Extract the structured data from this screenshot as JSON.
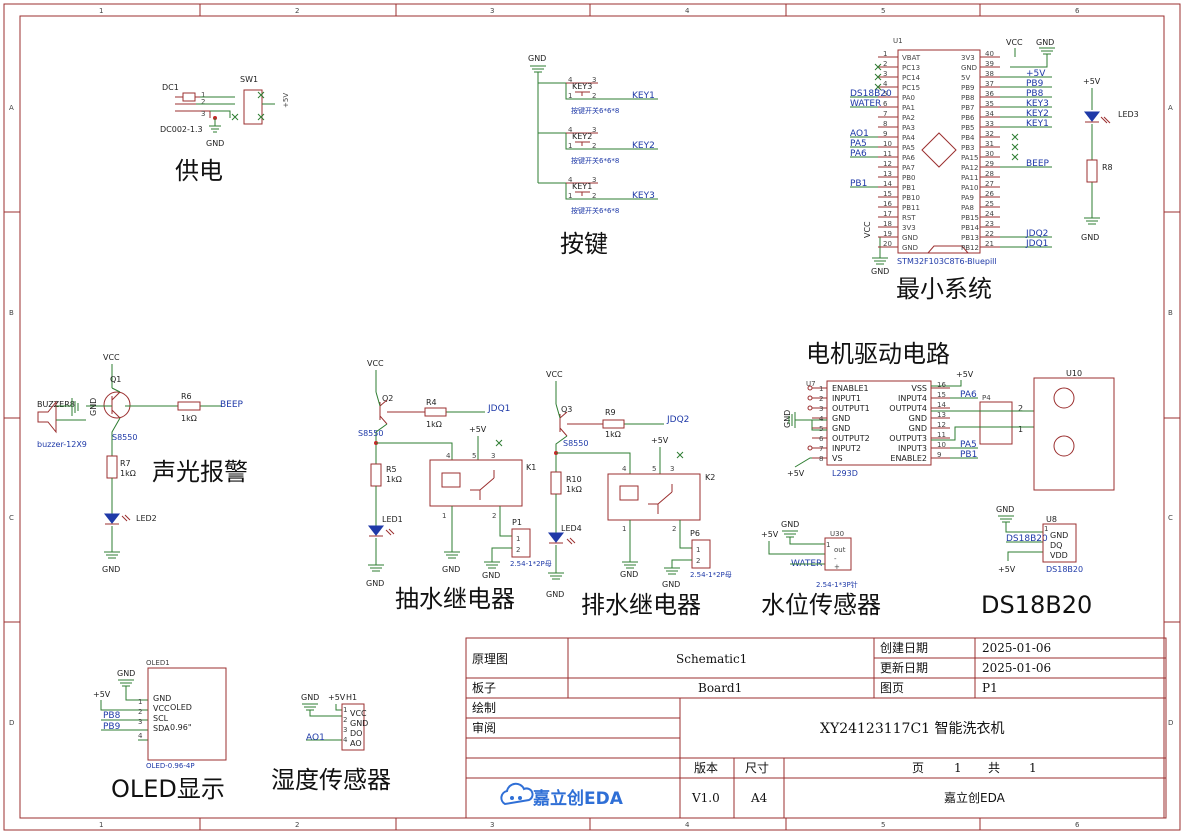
{
  "border": {
    "columns": [
      "1",
      "2",
      "3",
      "4",
      "5",
      "6"
    ],
    "rows": [
      "A",
      "B",
      "C",
      "D"
    ]
  },
  "sections": {
    "power": "供电",
    "keys": "按键",
    "min_system": "最小系统",
    "motor": "电机驱动电路",
    "alarm": "声光报警",
    "pump_relay": "抽水继电器",
    "drain_relay": "排水继电器",
    "water_level": "水位传感器",
    "ds18b20": "DS18B20",
    "oled": "OLED显示",
    "humidity": "湿度传感器"
  },
  "power": {
    "dc_ref": "DC1",
    "dc_part": "DC002-1.3",
    "sw_ref": "SW1",
    "pins": [
      "1",
      "2",
      "3"
    ],
    "gnd": "GND",
    "vcc": "+5V"
  },
  "keys": {
    "gnd": "GND",
    "items": [
      {
        "ref": "KEY3",
        "part": "按键开关6*6*8",
        "net": "KEY1"
      },
      {
        "ref": "KEY2",
        "part": "按键开关6*6*8",
        "net": "KEY2"
      },
      {
        "ref": "KEY1",
        "part": "按键开关6*6*8",
        "net": "KEY3"
      }
    ],
    "pins": [
      "4",
      "3",
      "1",
      "2"
    ]
  },
  "mcu": {
    "ref": "U1",
    "part": "STM32F103C8T6-Bluepill",
    "vcc": "VCC",
    "gnd": "GND",
    "left_pins": [
      {
        "n": "1",
        "name": "VBAT",
        "net": ""
      },
      {
        "n": "2",
        "name": "PC13",
        "net": ""
      },
      {
        "n": "3",
        "name": "PC14",
        "net": ""
      },
      {
        "n": "4",
        "name": "PC15",
        "net": ""
      },
      {
        "n": "5",
        "name": "PA0",
        "net": "DS18B20"
      },
      {
        "n": "6",
        "name": "PA1",
        "net": "WATER"
      },
      {
        "n": "7",
        "name": "PA2",
        "net": ""
      },
      {
        "n": "8",
        "name": "PA3",
        "net": ""
      },
      {
        "n": "9",
        "name": "PA4",
        "net": "AO1"
      },
      {
        "n": "10",
        "name": "PA5",
        "net": "PA5"
      },
      {
        "n": "11",
        "name": "PA6",
        "net": "PA6"
      },
      {
        "n": "12",
        "name": "PA7",
        "net": ""
      },
      {
        "n": "13",
        "name": "PB0",
        "net": ""
      },
      {
        "n": "14",
        "name": "PB1",
        "net": "PB1"
      },
      {
        "n": "15",
        "name": "PB10",
        "net": ""
      },
      {
        "n": "16",
        "name": "PB11",
        "net": ""
      },
      {
        "n": "17",
        "name": "RST",
        "net": ""
      },
      {
        "n": "18",
        "name": "3V3",
        "net": ""
      },
      {
        "n": "19",
        "name": "GND",
        "net": ""
      },
      {
        "n": "20",
        "name": "GND",
        "net": ""
      }
    ],
    "right_pins": [
      {
        "n": "40",
        "name": "3V3",
        "net": ""
      },
      {
        "n": "39",
        "name": "GND",
        "net": ""
      },
      {
        "n": "38",
        "name": "5V",
        "net": "+5V"
      },
      {
        "n": "37",
        "name": "PB9",
        "net": "PB9"
      },
      {
        "n": "36",
        "name": "PB8",
        "net": "PB8"
      },
      {
        "n": "35",
        "name": "PB7",
        "net": "KEY3"
      },
      {
        "n": "34",
        "name": "PB6",
        "net": "KEY2"
      },
      {
        "n": "33",
        "name": "PB5",
        "net": "KEY1"
      },
      {
        "n": "32",
        "name": "PB4",
        "net": ""
      },
      {
        "n": "31",
        "name": "PB3",
        "net": ""
      },
      {
        "n": "30",
        "name": "PA15",
        "net": ""
      },
      {
        "n": "29",
        "name": "PA12",
        "net": "BEEP"
      },
      {
        "n": "28",
        "name": "PA11",
        "net": ""
      },
      {
        "n": "27",
        "name": "PA10",
        "net": ""
      },
      {
        "n": "26",
        "name": "PA9",
        "net": ""
      },
      {
        "n": "25",
        "name": "PA8",
        "net": ""
      },
      {
        "n": "24",
        "name": "PB15",
        "net": ""
      },
      {
        "n": "23",
        "name": "PB14",
        "net": ""
      },
      {
        "n": "22",
        "name": "PB13",
        "net": "JDQ2"
      },
      {
        "n": "21",
        "name": "PB12",
        "net": "JDQ1"
      }
    ]
  },
  "led3": {
    "ref": "LED3",
    "r": "R8",
    "vcc": "+5V",
    "gnd": "GND"
  },
  "alarm": {
    "vcc": "VCC",
    "q": "Q1",
    "q_part": "S8550",
    "buzzer": "BUZZER8",
    "buzzer_part": "buzzer-12X9",
    "r6": "R6",
    "r6v": "1kΩ",
    "net": "BEEP",
    "r7": "R7",
    "r7v": "1kΩ",
    "led": "LED2",
    "gnd": "GND"
  },
  "pump": {
    "vcc": "VCC",
    "q": "Q2",
    "q_part": "S8550",
    "r4": "R4",
    "r4v": "1kΩ",
    "net": "JDQ1",
    "r5": "R5",
    "r5v": "1kΩ",
    "led": "LED1",
    "k": "K1",
    "p": "P1",
    "p_part": "2.54-1*2P母",
    "v5": "+5V",
    "gnd": "GND",
    "kpins": [
      "4",
      "5",
      "3",
      "1",
      "2"
    ],
    "ppins": [
      "1",
      "2"
    ]
  },
  "drain": {
    "vcc": "VCC",
    "q": "Q3",
    "q_part": "S8550",
    "r9": "R9",
    "r9v": "1kΩ",
    "net": "JDQ2",
    "r10": "R10",
    "r10v": "1kΩ",
    "led": "LED4",
    "k": "K2",
    "p": "P6",
    "p_part": "2.54-1*2P母",
    "v5": "+5V",
    "gnd": "GND",
    "kpins": [
      "4",
      "5",
      "3",
      "1",
      "2"
    ],
    "ppins": [
      "1",
      "2"
    ]
  },
  "motor": {
    "ref": "U7",
    "part": "L293D",
    "u10": "U10",
    "p4": "P4",
    "v5": "+5V",
    "gnd": "GND",
    "left": [
      {
        "n": "1",
        "name": "ENABLE1"
      },
      {
        "n": "2",
        "name": "INPUT1"
      },
      {
        "n": "3",
        "name": "OUTPUT1"
      },
      {
        "n": "4",
        "name": "GND"
      },
      {
        "n": "5",
        "name": "GND"
      },
      {
        "n": "6",
        "name": "OUTPUT2"
      },
      {
        "n": "7",
        "name": "INPUT2"
      },
      {
        "n": "8",
        "name": "VS"
      }
    ],
    "right": [
      {
        "n": "16",
        "name": "VSS",
        "net": "+5V"
      },
      {
        "n": "15",
        "name": "INPUT4",
        "net": "PA6"
      },
      {
        "n": "14",
        "name": "OUTPUT4",
        "net": ""
      },
      {
        "n": "13",
        "name": "GND",
        "net": ""
      },
      {
        "n": "12",
        "name": "GND",
        "net": ""
      },
      {
        "n": "11",
        "name": "OUTPUT3",
        "net": ""
      },
      {
        "n": "10",
        "name": "INPUT3",
        "net": "PA5"
      },
      {
        "n": "9",
        "name": "ENABLE2",
        "net": "PB1"
      }
    ],
    "p4pins": [
      "2",
      "1"
    ]
  },
  "water": {
    "ref": "U30",
    "part": "2.54-1*3P针",
    "v5": "+5V",
    "gnd": "GND",
    "net": "WATER",
    "pins": [
      {
        "n": "1",
        "name": "out"
      },
      {
        "n": "2",
        "name": "-"
      },
      {
        "n": "3",
        "name": "+"
      }
    ]
  },
  "ds": {
    "ref": "U8",
    "part": "DS18B20",
    "gnd": "GND",
    "v5": "+5V",
    "net": "DS18B20",
    "pins": [
      {
        "n": "1",
        "name": "GND"
      },
      {
        "n": "2",
        "name": "DQ"
      },
      {
        "n": "3",
        "name": "VDD"
      }
    ]
  },
  "oled": {
    "ref": "OLED1",
    "part": "OLED-0.96-4P",
    "gnd": "GND",
    "v5": "+5V",
    "body1": "OLED",
    "body2": "0.96\"",
    "pins": [
      {
        "n": "1",
        "name": "GND",
        "net": ""
      },
      {
        "n": "2",
        "name": "VCC",
        "net": ""
      },
      {
        "n": "3",
        "name": "SCL",
        "net": "PB8"
      },
      {
        "n": "4",
        "name": "SDA",
        "net": "PB9"
      }
    ]
  },
  "humid": {
    "ref": "H1",
    "gnd": "GND",
    "v5": "+5V",
    "net": "AO1",
    "pins": [
      {
        "n": "1",
        "name": "VCC"
      },
      {
        "n": "2",
        "name": "GND"
      },
      {
        "n": "3",
        "name": "DO"
      },
      {
        "n": "4",
        "name": "AO"
      }
    ]
  },
  "title_block": {
    "schematic_label": "原理图",
    "schematic_value": "Schematic1",
    "create_label": "创建日期",
    "create_value": "2025-01-06",
    "update_label": "更新日期",
    "update_value": "2025-01-06",
    "board_label": "板子",
    "board_value": "Board1",
    "sheet_label": "图页",
    "sheet_value": "P1",
    "draw_label": "绘制",
    "review_label": "审阅",
    "project": "XY24123117C1 智能洗衣机",
    "version_label": "版本",
    "size_label": "尺寸",
    "page_label": "页",
    "page_num": "1",
    "total_label": "共",
    "total_num": "1",
    "version_value": "V1.0",
    "size_value": "A4",
    "logo_text": "嘉立创EDA",
    "company": "嘉立创EDA"
  }
}
